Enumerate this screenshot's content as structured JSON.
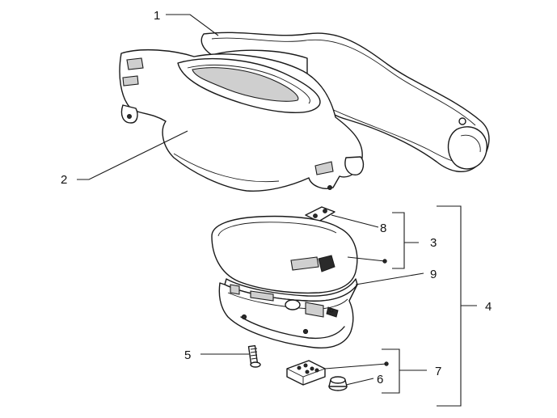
{
  "callouts": {
    "c1": "1",
    "c2": "2",
    "c3": "3",
    "c4": "4",
    "c5": "5",
    "c6": "6",
    "c7": "7",
    "c8": "8",
    "c9": "9"
  },
  "colors": {
    "line": "#1a1a1a",
    "shading": "#cfcfcf",
    "background": "#ffffff"
  }
}
